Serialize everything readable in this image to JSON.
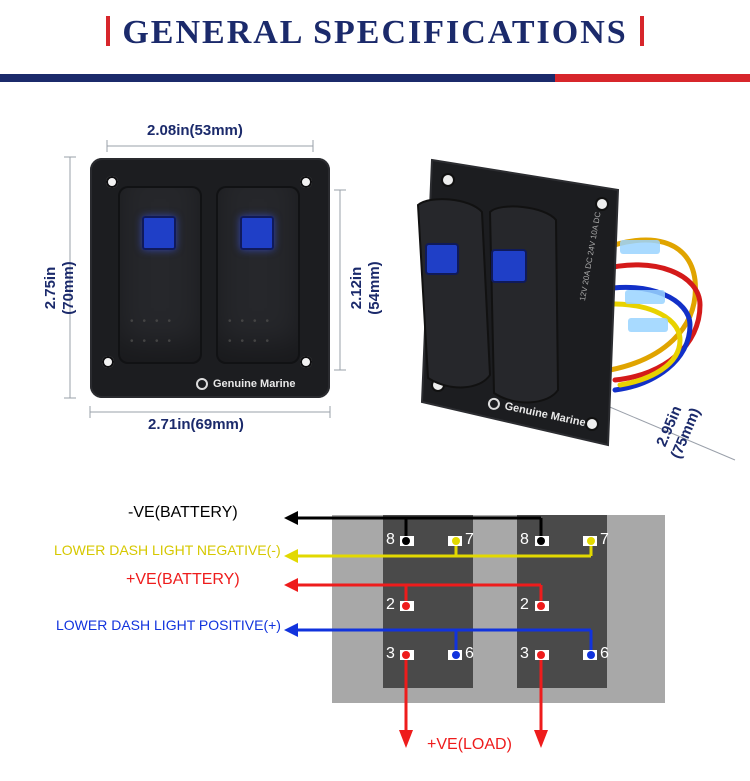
{
  "header": {
    "title": "GENERAL SPECIFICATIONS",
    "tick_color": "#d7262b",
    "stripe_colors": [
      "#1b2a6b",
      "#d7262b"
    ]
  },
  "front_view": {
    "width_top": "2.08in(53mm)",
    "width_bottom": "2.71in(69mm)",
    "height_left": "2.75in\n(70mm)",
    "height_right": "2.12in\n(54mm)",
    "brand": "Genuine Marine"
  },
  "side_view": {
    "depth": "2.95in\n(75mm)",
    "brand": "Genuine Marine",
    "rating_text": "12V 20A DC 24V 10A DC"
  },
  "wiring": {
    "labels": {
      "neg_battery": "-VE(BATTERY)",
      "lower_dash_negative": "LOWER DASH LIGHT NEGATIVE(-)",
      "pos_battery": "+VE(BATTERY)",
      "lower_dash_positive": "LOWER DASH LIGHT POSITIVE(+)",
      "pos_load": "+VE(LOAD)"
    },
    "pins": {
      "p8": "8",
      "p7": "7",
      "p2": "2",
      "p3": "3",
      "p6": "6"
    },
    "colors": {
      "black": "#000000",
      "yellow": "#e2d900",
      "red": "#ee1c1c",
      "blue": "#1133dd"
    }
  }
}
